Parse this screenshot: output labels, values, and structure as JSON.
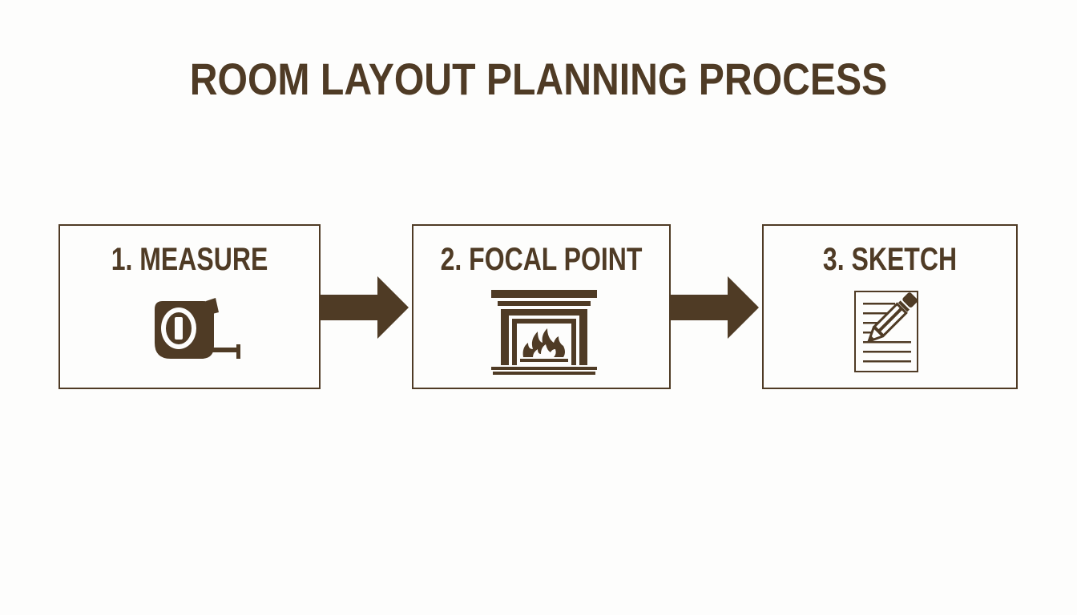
{
  "diagram": {
    "title": "ROOM LAYOUT PLANNING PROCESS",
    "steps": [
      {
        "label": "1. MEASURE",
        "icon": "tape-measure-icon"
      },
      {
        "label": "2. FOCAL POINT",
        "icon": "fireplace-icon"
      },
      {
        "label": "3. SKETCH",
        "icon": "sketch-pencil-icon"
      }
    ],
    "connectors": [
      "arrow-right",
      "arrow-right"
    ],
    "colors": {
      "ink": "#4f3b25",
      "background": "#fdfdfc"
    }
  }
}
